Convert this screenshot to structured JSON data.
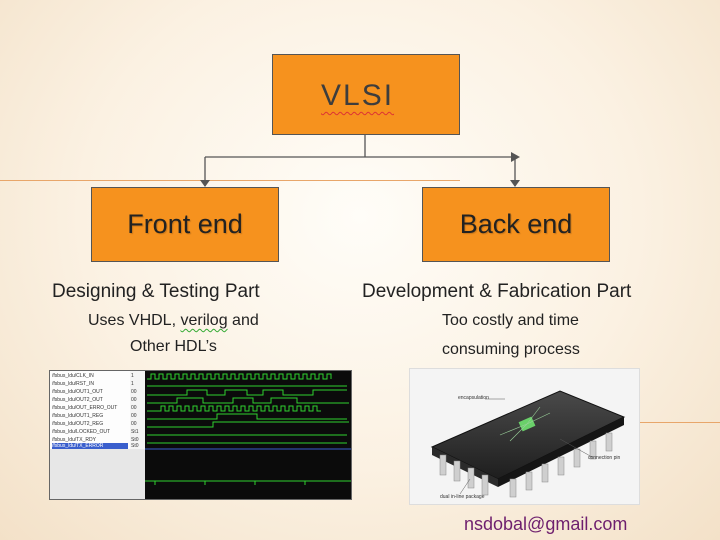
{
  "diagram": {
    "title": "VLSI",
    "nodes": [
      {
        "id": "front",
        "label": "Front end"
      },
      {
        "id": "back",
        "label": "Back end"
      }
    ],
    "front": {
      "heading": "Designing & Testing Part",
      "desc_line1_a": "Uses VHDL, ",
      "desc_line1_b": "verilog",
      "desc_line1_c": " and",
      "desc_line2": "Other HDL’s"
    },
    "back": {
      "heading": "Development & Fabrication Part",
      "desc_line1": "Too costly and time",
      "desc_line2": "consuming process"
    },
    "footer": {
      "email": "nsdobal@gmail.com"
    }
  },
  "colors": {
    "box_fill": "#f6921e",
    "accent_line": "#e8a66a",
    "email": "#6e1f6e"
  },
  "images": {
    "simulation": {
      "signal_names": [
        "/fsbus_ldu/CLK_IN",
        "/fsbus_ldu/RST_IN",
        "/fsbus_ldu/OUT1_OUT",
        "/fsbus_ldu/OUT2_OUT",
        "/fsbus_ldu/OUT_ERRO_OUT",
        "/fsbus_ldu/OUT1_REG",
        "/fsbus_ldu/OUT2_REG",
        "/fsbus_ldu/LOCKED_OUT",
        "/fsbus_ldu/TX_RDY",
        "/fsbus_ldu/TX_ERROR"
      ],
      "signal_values": [
        "1",
        "1",
        "00",
        "00",
        "00",
        "00",
        "00",
        "St1",
        "St0",
        "St0"
      ]
    },
    "chip": {
      "labels": [
        "encapsulation",
        "connection pin",
        "dual in-line package"
      ]
    }
  }
}
